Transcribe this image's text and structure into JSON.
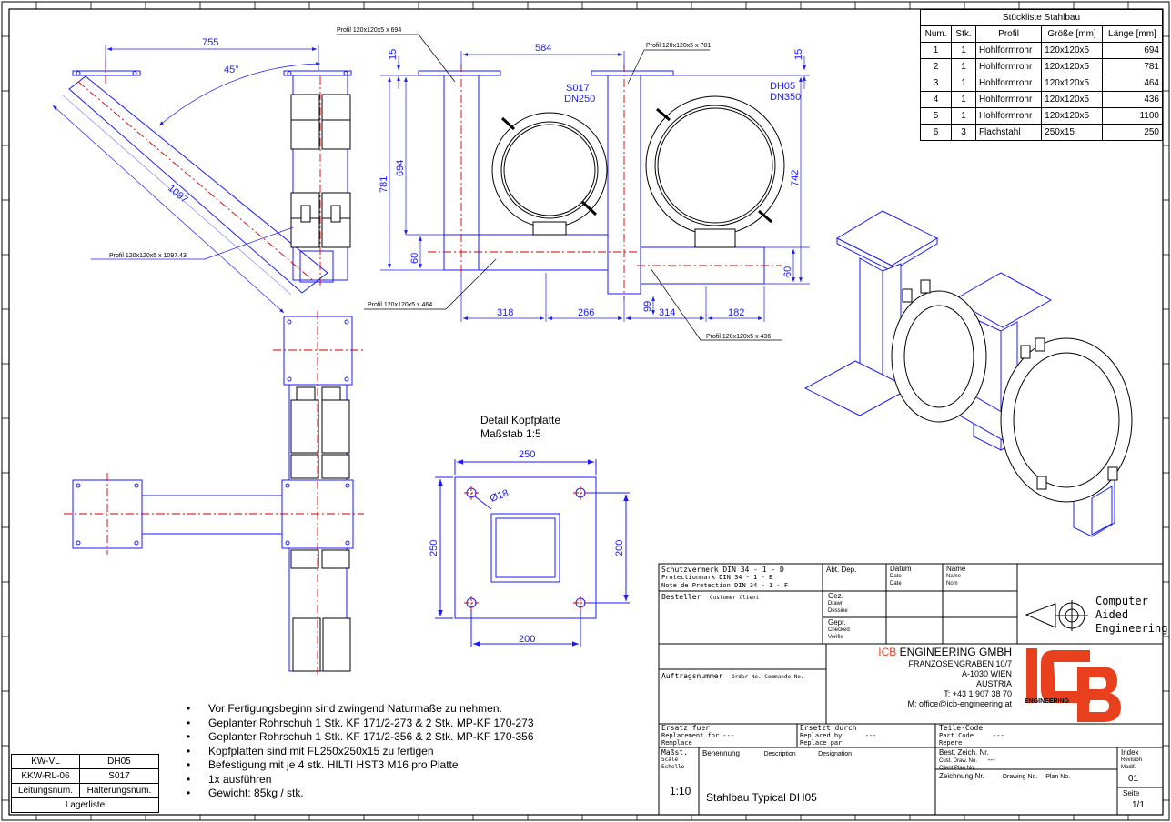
{
  "bom": {
    "title": "Stückliste Stahlbau",
    "headers": [
      "Num.",
      "Stk.",
      "Profil",
      "Größe [mm]",
      "Länge [mm]"
    ],
    "rows": [
      [
        "1",
        "1",
        "Hohlformrohr",
        "120x120x5",
        "694"
      ],
      [
        "2",
        "1",
        "Hohlformrohr",
        "120x120x5",
        "781"
      ],
      [
        "3",
        "1",
        "Hohlformrohr",
        "120x120x5",
        "464"
      ],
      [
        "4",
        "1",
        "Hohlformrohr",
        "120x120x5",
        "436"
      ],
      [
        "5",
        "1",
        "Hohlformrohr",
        "120x120x5",
        "1100"
      ],
      [
        "6",
        "3",
        "Flachstahl",
        "250x15",
        "250"
      ]
    ]
  },
  "dims": {
    "d755": "755",
    "d45": "45°",
    "d1097": "1097",
    "profil_1097": "Profil 120x120x5 x 1097.43",
    "profil_694": "Profil 120x120x5 x 694",
    "profil_781": "Profil 120x120x5 x 781",
    "profil_464": "Profil 120x120x5 x 464",
    "profil_436": "Profil 120x120x5 x 436",
    "d584": "584",
    "d15a": "15",
    "d15b": "15",
    "d781": "781",
    "d694": "694",
    "d742": "742",
    "d60a": "60",
    "d60b": "60",
    "d318": "318",
    "d266": "266",
    "d99": "99",
    "d314": "314",
    "d182": "182",
    "pipe1_a": "S017",
    "pipe1_b": "DN250",
    "pipe2_a": "DH05",
    "pipe2_b": "DN350"
  },
  "detail": {
    "title": "Detail Kopfplatte",
    "scale": "Maßstab 1:5",
    "w_top": "250",
    "w_bottom": "200",
    "h_left": "250",
    "h_right": "200",
    "hole": "Ø18"
  },
  "notes": [
    "Vor Fertigungsbeginn sind zwingend Naturmaße zu nehmen.",
    "Geplanter Rohrschuh 1 Stk. KF 171/2-273 & 2 Stk. MP-KF 170-273",
    "Geplanter Rohrschuh 1 Stk. KF 171/2-356 & 2 Stk. MP-KF 170-356",
    "Kopfplatten sind mit FL250x250x15 zu fertigen",
    "Befestigung mit je 4 stk.  HILTI HST3 M16 pro Platte",
    "1x ausführen",
    "Gewicht: 85kg / stk."
  ],
  "lager": {
    "rows": [
      [
        "KW-VL",
        "DH05"
      ],
      [
        "KKW-RL-06",
        "S017"
      ],
      [
        "Leitungsnum.",
        "Halterungsnum."
      ]
    ],
    "footer": "Lagerliste"
  },
  "titleblock": {
    "schutz1": "Schutzvermerk DIN 34 - 1 - D",
    "schutz2": "Protectionmark  DIN 34 - 1 - E",
    "schutz3": "Note de Protection DIN 34 - 1 - F",
    "abt": "Abt. Dep.",
    "datum": "Datum",
    "datum2": "Date",
    "datum3": "Date",
    "name": "Name",
    "name2": "Name",
    "name3": "Nom",
    "besteller": "Besteller",
    "customer": "Customer  Client",
    "gez": "Gez.",
    "gez2": "Drawn",
    "gez3": "Dessine",
    "gepr": "Gepr.",
    "gepr2": "Checked",
    "gepr3": "Verifie",
    "cae1": "Computer",
    "cae2": "Aided",
    "cae3": "Engineering",
    "company_icb": "ICB",
    "company_rest": " ENGINEERING GMBH",
    "addr1": "FRANZOSENGRABEN 10/7",
    "addr2": "A-1030 WIEN",
    "addr3": "AUSTRIA",
    "phone": "T: +43 1 907 38 70",
    "email": "M: office@icb-engineering.at",
    "logo_text": "ENGINEERING",
    "auftrag": "Auftragsnummer",
    "auftrag2": "Order No.  Commande No.",
    "ersatz": "Ersatz fuer",
    "ersatz2": "Replacement for ---",
    "ersatz3": "Remplace",
    "ersetzt": "Ersetzt durch",
    "ersetzt2": "Replaced by",
    "ersetzt3": "Replace par",
    "ersetzt_val": "---",
    "teile": "Teile-Code",
    "teile2": "Part Code",
    "teile3": "Repere",
    "teile_val": "---",
    "massst": "Maßst.",
    "scale_lbl": "Scale",
    "echelle": "Echelle",
    "scale_val": "1:10",
    "benennung": "Benennung",
    "description": "Description",
    "designation": "Designation",
    "title_val": "Stahlbau Typical DH05",
    "bestzeich": "Best. Zeich. Nr.",
    "cust_draw": "Cust. Draw. No.",
    "client_plan": "Client Plan No.",
    "bestzeich_val": "---",
    "zeichnung": "Zeichnung Nr.",
    "drawing_no": "Drawing No.",
    "plan_no": "Plan No.",
    "index": "Index",
    "revision": "Revision",
    "modif": "Modif.",
    "index_val": "01",
    "seite": "Seite",
    "seite_val": "1/1"
  },
  "colors": {
    "line": "#1a1aff",
    "center": "#cc0000",
    "accent": "#e8401c",
    "frame": "#000000"
  }
}
